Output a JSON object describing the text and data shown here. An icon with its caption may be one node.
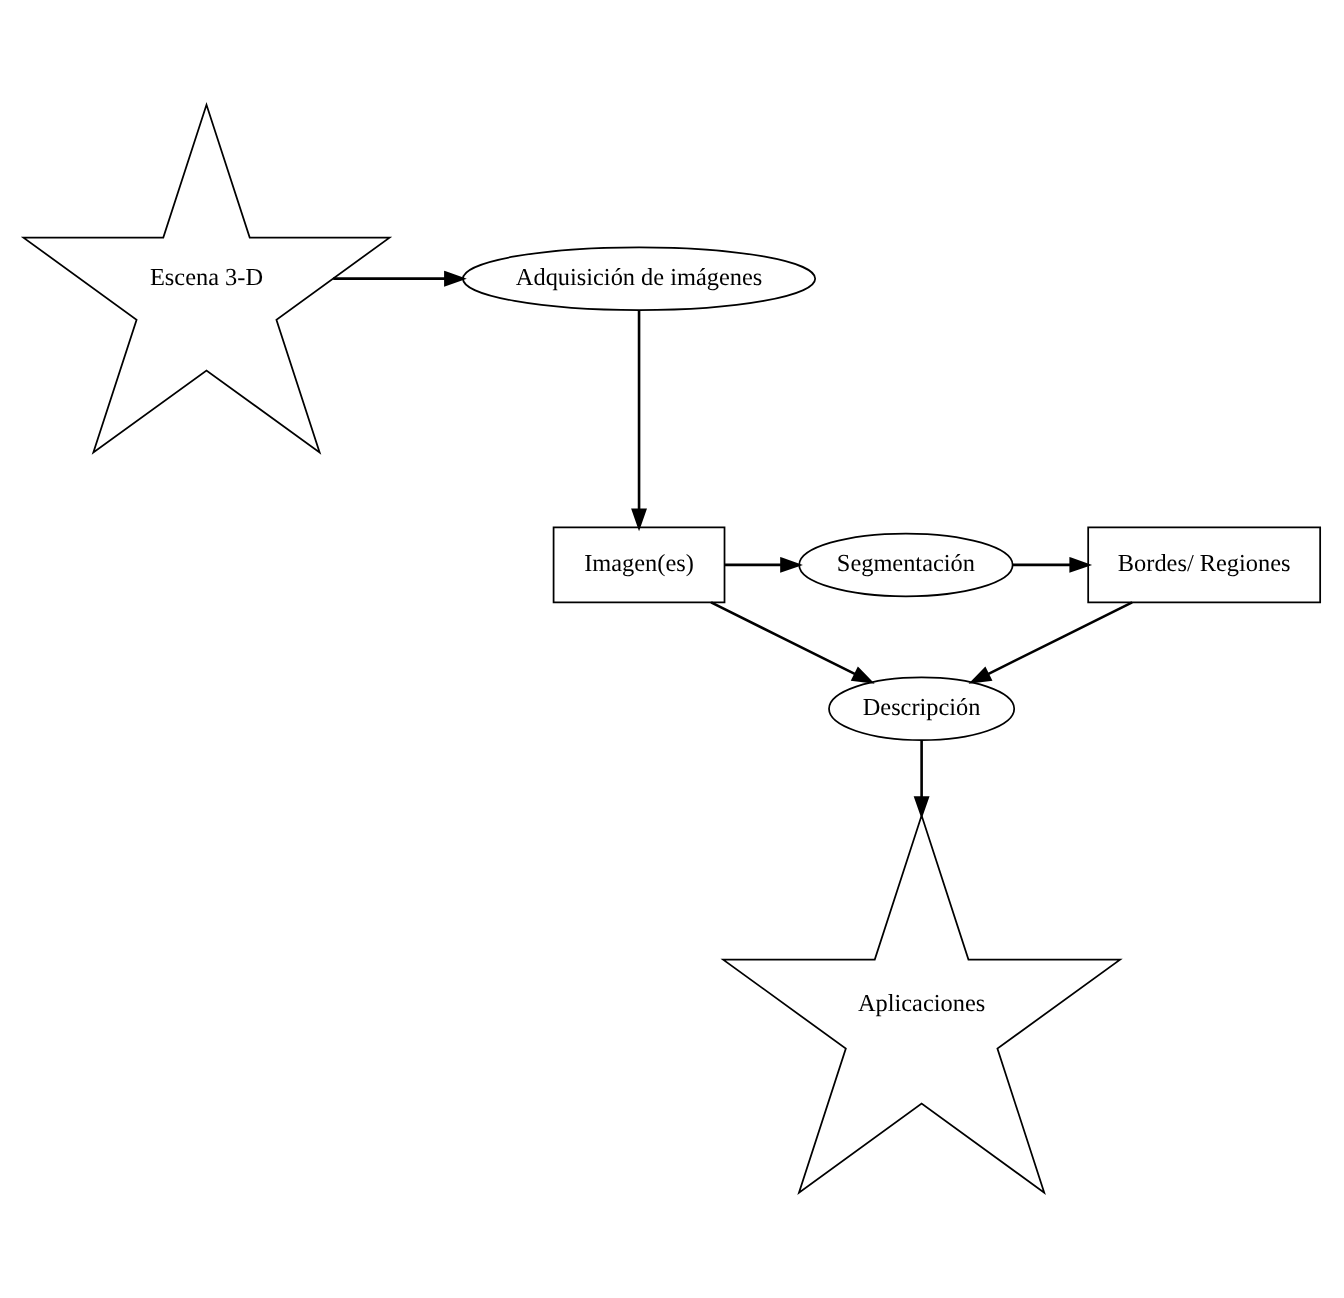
{
  "diagram": {
    "nodes": [
      {
        "text": [
          "Adquisición de imágenes"
        ]
      },
      {
        "text": [
          "Escena 3-D"
        ]
      },
      {
        "text": [
          "Imagen(es)"
        ]
      },
      {
        "text": [
          "Segmentación"
        ]
      },
      {
        "text": [
          "Bordes/ Regiones"
        ]
      },
      {
        "text": [
          "Descripción"
        ]
      },
      {
        "text": [
          "Aplicaciones"
        ]
      }
    ],
    "edges": [
      {
        "from": 1,
        "to": 0,
        "arrow": "to"
      },
      {
        "from": 0,
        "to": 2,
        "arrow": "to"
      },
      {
        "from": 2,
        "to": 3,
        "arrow": "to"
      },
      {
        "from": 3,
        "to": 4,
        "arrow": "to"
      },
      {
        "from": 2,
        "to": 5,
        "arrow": "to"
      },
      {
        "from": 4,
        "to": 5,
        "arrow": "to"
      },
      {
        "from": 5,
        "to": 6,
        "arrow": "to"
      }
    ]
  }
}
